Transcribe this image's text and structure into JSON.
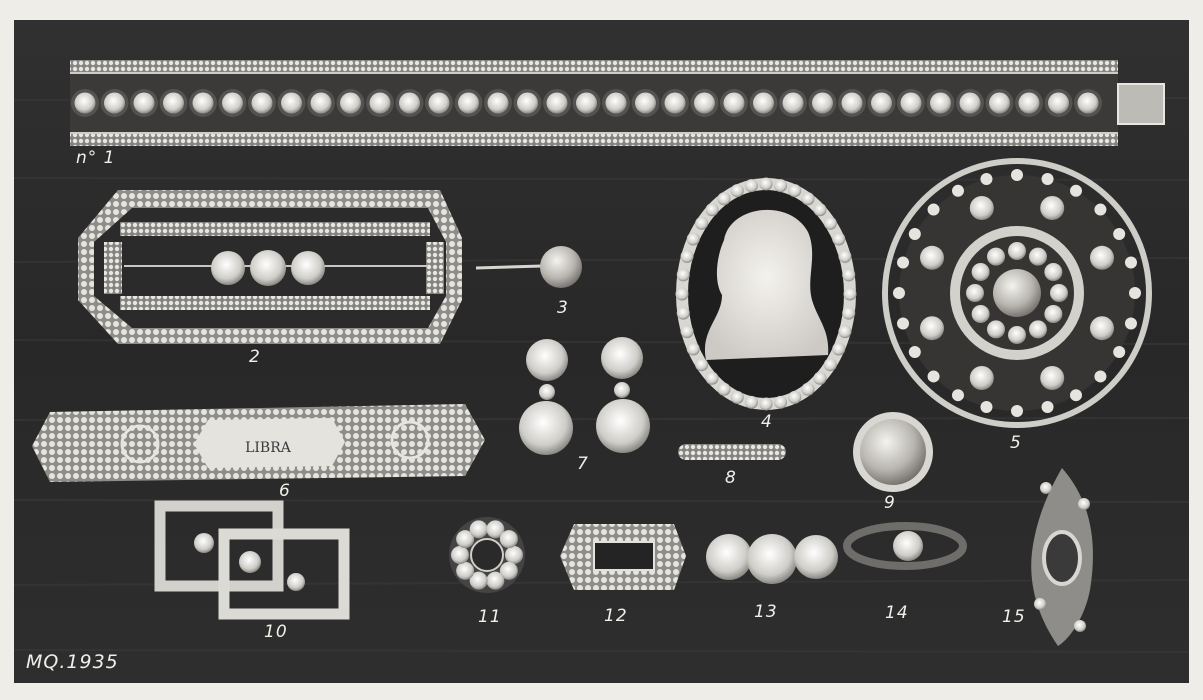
{
  "photo": {
    "caption": "MQ.1935",
    "colors": {
      "background": "#2b2b2b",
      "border": "#efede8",
      "metal": "#d6d4cf",
      "stone": "#f1f0ec",
      "shadow": "#6f6d6a",
      "pearl": "#b9b6b0"
    },
    "items": [
      {
        "label": "n° 1",
        "name": "diamond line bracelet"
      },
      {
        "label": "2",
        "name": "rectangular openwork brooch"
      },
      {
        "label": "3",
        "name": "pearl stick pin"
      },
      {
        "label": "4",
        "name": "oval cameo brooch"
      },
      {
        "label": "5",
        "name": "floral pearl brooch"
      },
      {
        "label": "6",
        "name": "bracelet watch"
      },
      {
        "label": "7",
        "name": "pair of drop earrings"
      },
      {
        "label": "8",
        "name": "thin band ring"
      },
      {
        "label": "9",
        "name": "pearl ring"
      },
      {
        "label": "10",
        "name": "double rectangle brooch"
      },
      {
        "label": "11",
        "name": "cluster ring"
      },
      {
        "label": "12",
        "name": "rectangular plaque ring"
      },
      {
        "label": "13",
        "name": "three-stone ring"
      },
      {
        "label": "14",
        "name": "solitaire ring"
      },
      {
        "label": "15",
        "name": "foliate ring"
      }
    ]
  }
}
